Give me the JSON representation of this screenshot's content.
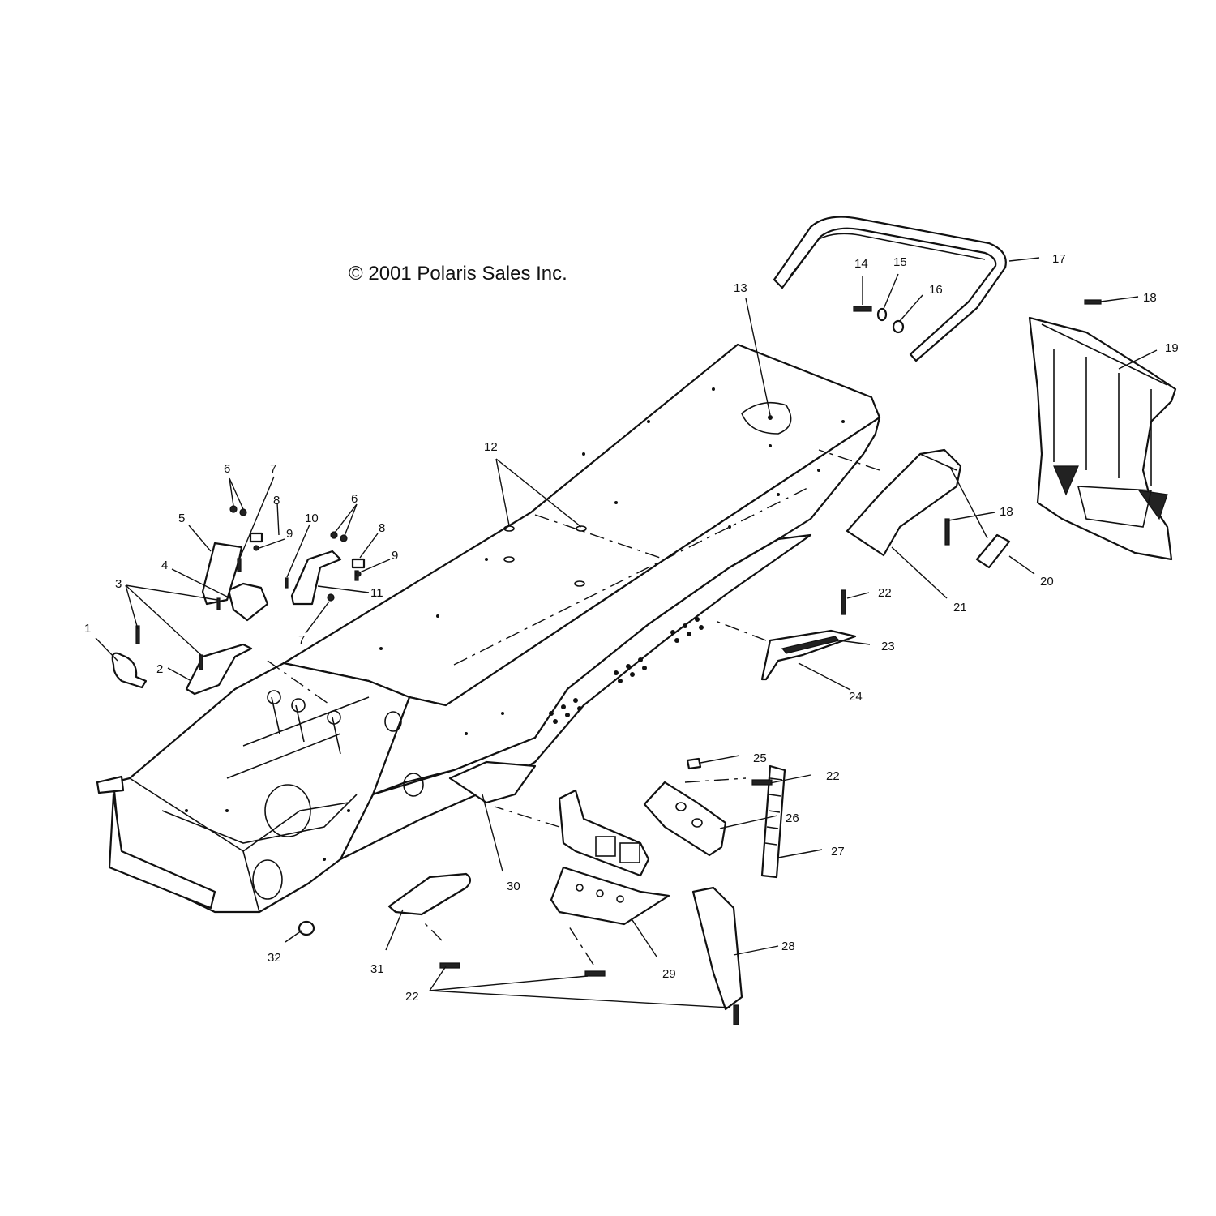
{
  "copyright": "© 2001 Polaris Sales Inc.",
  "callouts": {
    "c1": "1",
    "c2": "2",
    "c3": "3",
    "c4": "4",
    "c5": "5",
    "c6": "6",
    "c7": "7",
    "c8": "8",
    "c9": "9",
    "c10": "10",
    "c11": "11",
    "c12": "12",
    "c13": "13",
    "c14": "14",
    "c15": "15",
    "c16": "16",
    "c17": "17",
    "c18": "18",
    "c19": "19",
    "c20": "20",
    "c21": "21",
    "c22": "22",
    "c23": "23",
    "c24": "24",
    "c25": "25",
    "c26": "26",
    "c27": "27",
    "c28": "28",
    "c29": "29",
    "c30": "30",
    "c31": "31",
    "c32": "32"
  }
}
